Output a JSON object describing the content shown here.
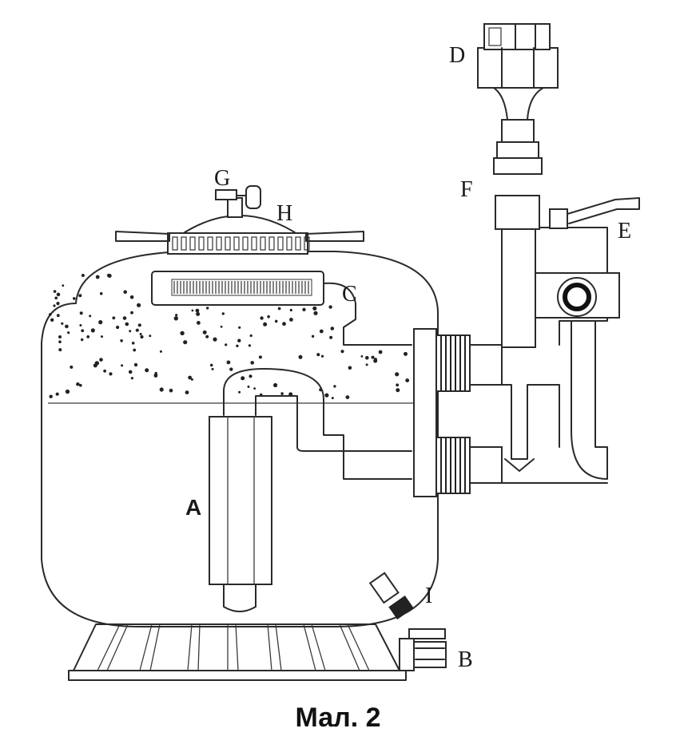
{
  "figure": {
    "caption": "Мал. 2",
    "labels": {
      "a": "A",
      "b": "B",
      "c": "C",
      "d": "D",
      "e": "E",
      "f": "F",
      "g": "G",
      "h": "H",
      "i": "I"
    }
  }
}
